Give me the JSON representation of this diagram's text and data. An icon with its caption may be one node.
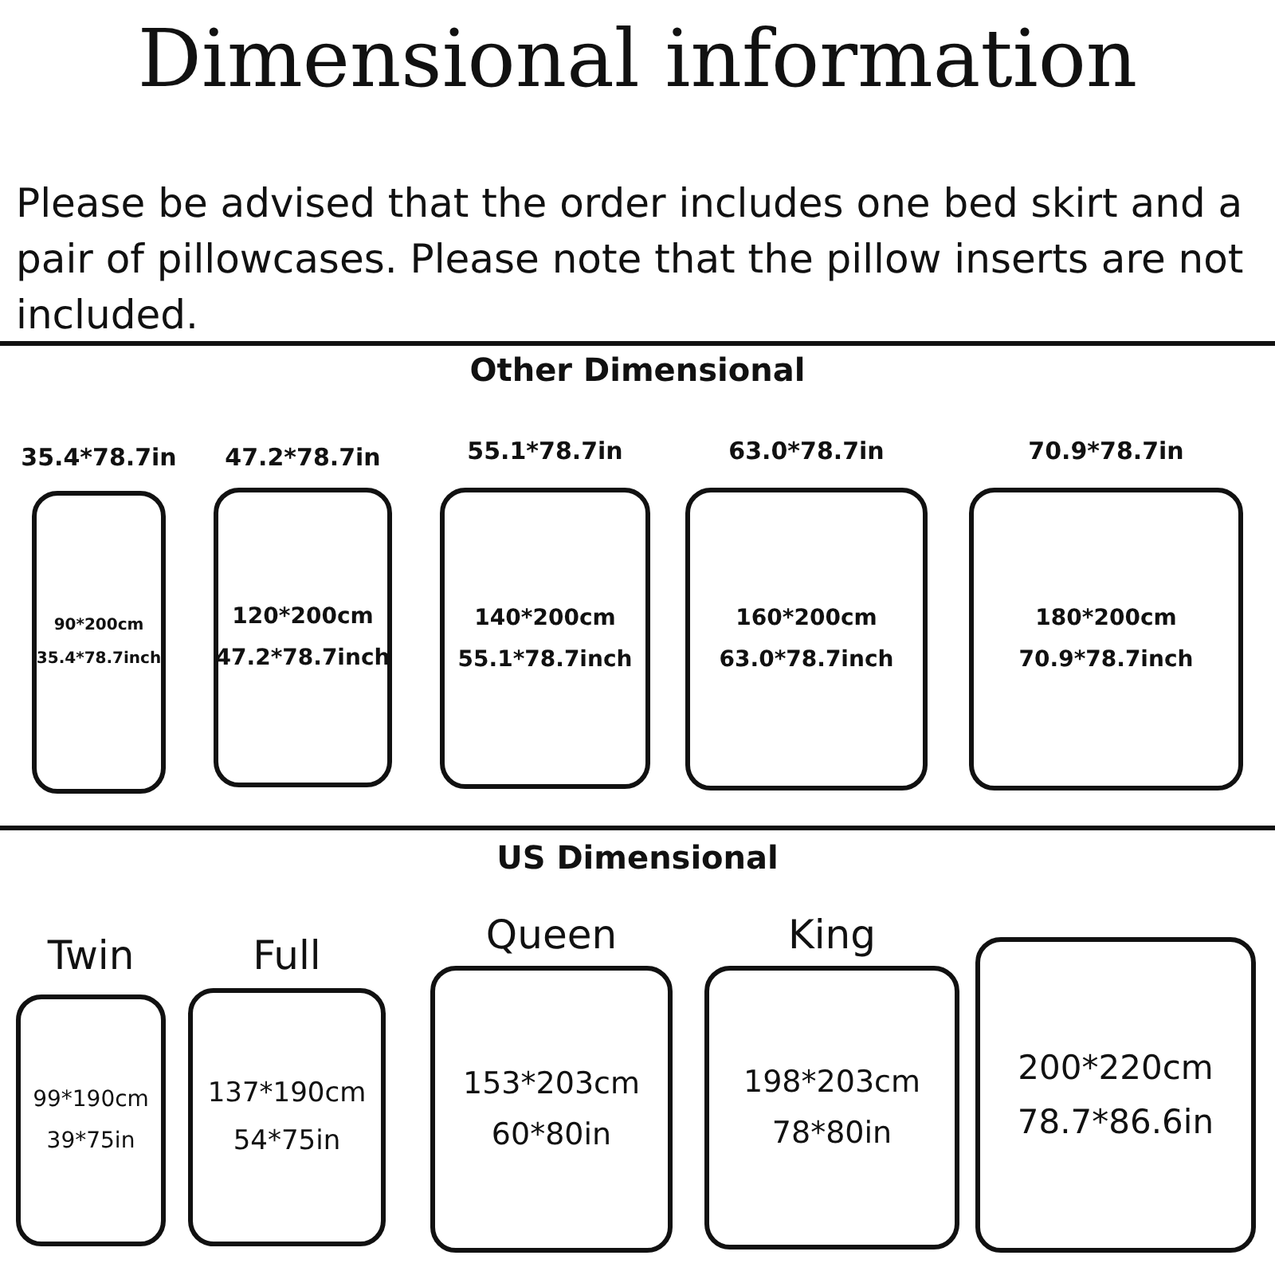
{
  "diagram": {
    "title": "Dimensional information",
    "nodes": [
      {
        "text": [
          "90*200cm",
          "35.4*78.7inch"
        ],
        "beside": [
          "35.4*78.7in"
        ]
      },
      {
        "text": [
          "120*200cm",
          "47.2*78.7inch"
        ],
        "beside": [
          "47.2*78.7in"
        ]
      },
      {
        "text": [
          "140*200cm",
          "55.1*78.7inch"
        ],
        "beside": [
          "55.1*78.7in"
        ]
      },
      {
        "text": [
          "160*200cm",
          "63.0*78.7inch"
        ],
        "beside": [
          "63.0*78.7in"
        ]
      },
      {
        "text": [
          "180*200cm",
          "70.9*78.7inch"
        ],
        "beside": [
          "70.9*78.7in"
        ]
      },
      {
        "text": [
          "99*190cm",
          "39*75in"
        ],
        "beside": [
          "Twin"
        ]
      },
      {
        "text": [
          "137*190cm",
          "54*75in"
        ],
        "beside": [
          "Full"
        ]
      },
      {
        "text": [
          "153*203cm",
          "60*80in"
        ],
        "beside": [
          "Queen"
        ]
      },
      {
        "text": [
          "198*203cm",
          "78*80in"
        ],
        "beside": [
          "King"
        ]
      },
      {
        "text": [
          "200*220cm",
          "78.7*86.6in"
        ]
      }
    ],
    "labels": [
      "Please be advised that the order includes one bed skirt and a pair of pillowcases. Please note that the pillow inserts are not included.",
      "Other Dimensional",
      "US Dimensional"
    ]
  }
}
